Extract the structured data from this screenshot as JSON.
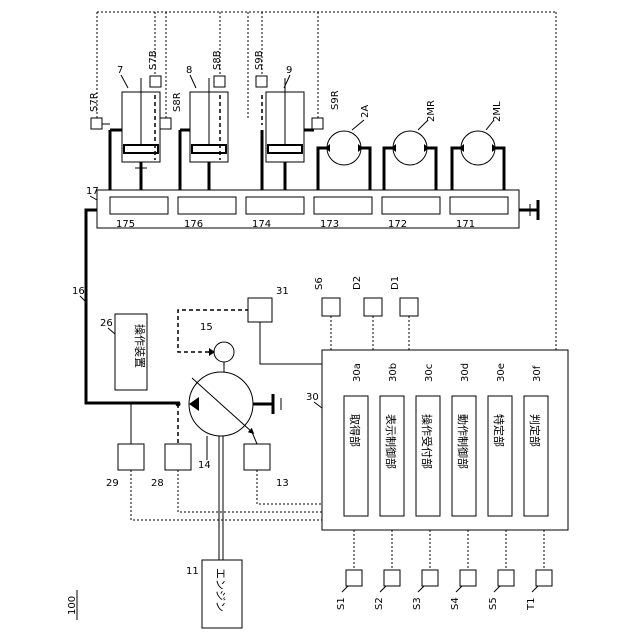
{
  "figure_number": "100",
  "engine": {
    "ref": "11",
    "label": "エンジン"
  },
  "pump": {
    "ref": "14"
  },
  "pilot": {
    "ref": "15"
  },
  "line": {
    "ref": "16"
  },
  "valve_block": {
    "ref": "17",
    "valves": [
      "175",
      "176",
      "174",
      "173",
      "172",
      "171"
    ]
  },
  "cylinders": [
    "7",
    "8",
    "9"
  ],
  "motors": [
    "2A",
    "2MR",
    "2ML"
  ],
  "bottom_sensors": [
    "S7R",
    "S8R",
    "S9R"
  ],
  "top_sensors": [
    "S7B",
    "S8B",
    "S9B"
  ],
  "operation_device": {
    "ref": "26",
    "label": "操作装置"
  },
  "small_boxes": {
    "s29": "29",
    "s28": "28",
    "s13": "13",
    "s31": "31",
    "s6": "S6",
    "d2": "D2",
    "d1": "D1"
  },
  "controller": {
    "ref": "30",
    "units": [
      {
        "ref": "30a",
        "label": "取得部"
      },
      {
        "ref": "30b",
        "label": "表示制御部"
      },
      {
        "ref": "30c",
        "label": "操作受付部"
      },
      {
        "ref": "30d",
        "label": "動作制御部"
      },
      {
        "ref": "30e",
        "label": "特定部"
      },
      {
        "ref": "30f",
        "label": "判定部"
      }
    ]
  },
  "bottom_inputs": [
    "S1",
    "S2",
    "S3",
    "S4",
    "S5",
    "T1"
  ]
}
